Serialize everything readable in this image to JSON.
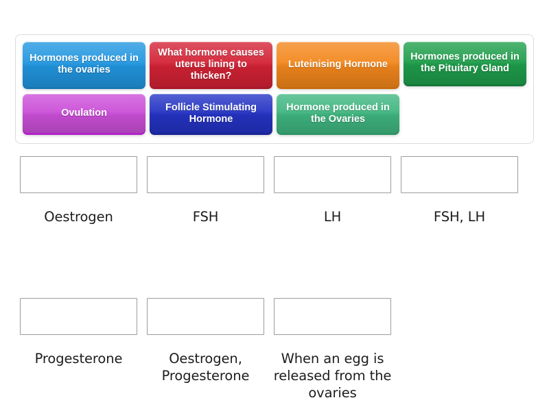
{
  "tile_tray": {
    "name": "draggable-answer-tiles",
    "tiles": [
      {
        "id": "tile-hormones-ovaries",
        "text": "Hormones produced in the ovaries",
        "color": "#2196e0",
        "color_name": "blue"
      },
      {
        "id": "tile-uterus-lining",
        "text": "What hormone causes uterus lining to thicken?",
        "color": "#d32235",
        "color_name": "red"
      },
      {
        "id": "tile-luteinising-hormone",
        "text": "Luteinising Hormone",
        "color": "#f3871c",
        "color_name": "orange"
      },
      {
        "id": "tile-hormones-pituitary",
        "text": "Hormones produced in the Pituitary Gland",
        "color": "#1f9e4b",
        "color_name": "green"
      },
      {
        "id": "tile-ovulation",
        "text": "Ovulation",
        "color": "#cb4fd8",
        "color_name": "magenta"
      },
      {
        "id": "tile-follicle-stimulating",
        "text": "Follicle Stimulating Hormone",
        "color": "#2433c4",
        "color_name": "navy"
      },
      {
        "id": "tile-hormone-ovaries",
        "text": "Hormone produced in the Ovaries",
        "color": "#3fb680",
        "color_name": "sea-green"
      }
    ]
  },
  "answer_grid": {
    "name": "answer-drop-targets",
    "rows": [
      [
        {
          "id": "answer-oestrogen",
          "label": "Oestrogen",
          "filled": false
        },
        {
          "id": "answer-fsh",
          "label": "FSH",
          "filled": false
        },
        {
          "id": "answer-lh",
          "label": "LH",
          "filled": false
        },
        {
          "id": "answer-fsh-lh",
          "label": "FSH, LH",
          "filled": false
        }
      ],
      [
        {
          "id": "answer-progesterone",
          "label": "Progesterone",
          "filled": false
        },
        {
          "id": "answer-oestrogen-progesterone",
          "label": "Oestrogen, Progesterone",
          "filled": false
        },
        {
          "id": "answer-egg-released",
          "label": "When an egg is released from the ovaries",
          "filled": false
        },
        {
          "id": "answer-empty-slot",
          "label": "",
          "filled": false,
          "empty": true
        }
      ]
    ]
  },
  "theme": {
    "page_background": "#ffffff",
    "tray_border": "#dcdcdc",
    "drop_zone_border": "#9b9b9b",
    "label_color": "#1c1c1c",
    "tile_text_color": "#ffffff"
  }
}
